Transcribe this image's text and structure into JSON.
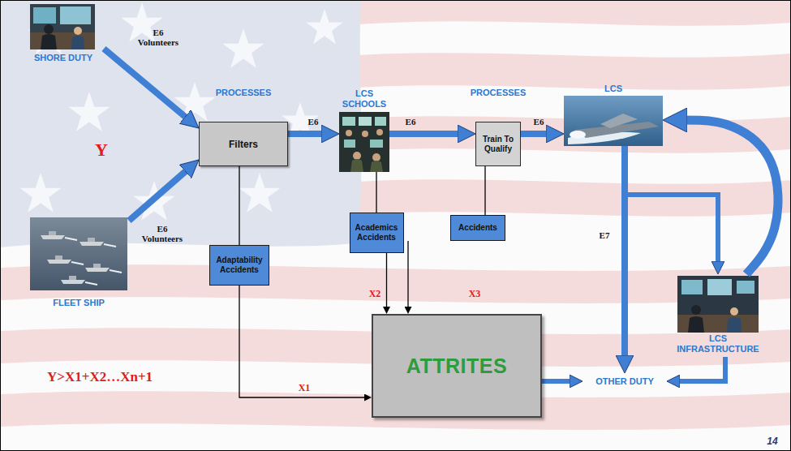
{
  "diagram": {
    "nodes": [
      {
        "text": [
          "SHORE DUTY"
        ]
      },
      {
        "text": [
          "FLEET SHIP"
        ]
      },
      {
        "text": [
          "PROCESSES",
          "Filters"
        ]
      },
      {
        "text": [
          "LCS SCHOOLS"
        ]
      },
      {
        "text": [
          "PROCESSES",
          "Train To Qualify"
        ]
      },
      {
        "text": [
          "LCS"
        ]
      },
      {
        "text": [
          "Adaptability Accidents"
        ]
      },
      {
        "text": [
          "Academics Accidents"
        ]
      },
      {
        "text": [
          "Accidents"
        ]
      },
      {
        "text": [
          "ATTRITES"
        ]
      },
      {
        "text": [
          "LCS INFRASTRUCTURE"
        ]
      },
      {
        "text": [
          "OTHER DUTY"
        ]
      }
    ],
    "edges": [
      {
        "from": 0,
        "to": 2,
        "arrow": "to",
        "label": "E6 Volunteers"
      },
      {
        "from": 1,
        "to": 2,
        "arrow": "to",
        "label": "E6 Volunteers"
      },
      {
        "from": 2,
        "to": 3,
        "arrow": "to",
        "label": "E6"
      },
      {
        "from": 3,
        "to": 4,
        "arrow": "to",
        "label": "E6"
      },
      {
        "from": 4,
        "to": 5,
        "arrow": "to",
        "label": "E6"
      },
      {
        "from": 2,
        "to": 6,
        "arrow": "none"
      },
      {
        "from": 6,
        "to": 9,
        "arrow": "to",
        "label": "X1"
      },
      {
        "from": 3,
        "to": 7,
        "arrow": "none"
      },
      {
        "from": 7,
        "to": 9,
        "arrow": "to",
        "label": "X2"
      },
      {
        "from": 4,
        "to": 8,
        "arrow": "none"
      },
      {
        "from": 8,
        "to": 9,
        "arrow": "to",
        "label": "X3"
      },
      {
        "from": 5,
        "to": 11,
        "arrow": "to",
        "label": "E7"
      },
      {
        "from": 5,
        "to": 10,
        "arrow": "to"
      },
      {
        "from": 10,
        "to": 5,
        "arrow": "to"
      },
      {
        "from": 9,
        "to": 11,
        "arrow": "to"
      },
      {
        "from": 10,
        "to": 11,
        "arrow": "to"
      }
    ],
    "labels": [
      "Y",
      "Y>X1+X2…Xn+1",
      "14"
    ]
  }
}
